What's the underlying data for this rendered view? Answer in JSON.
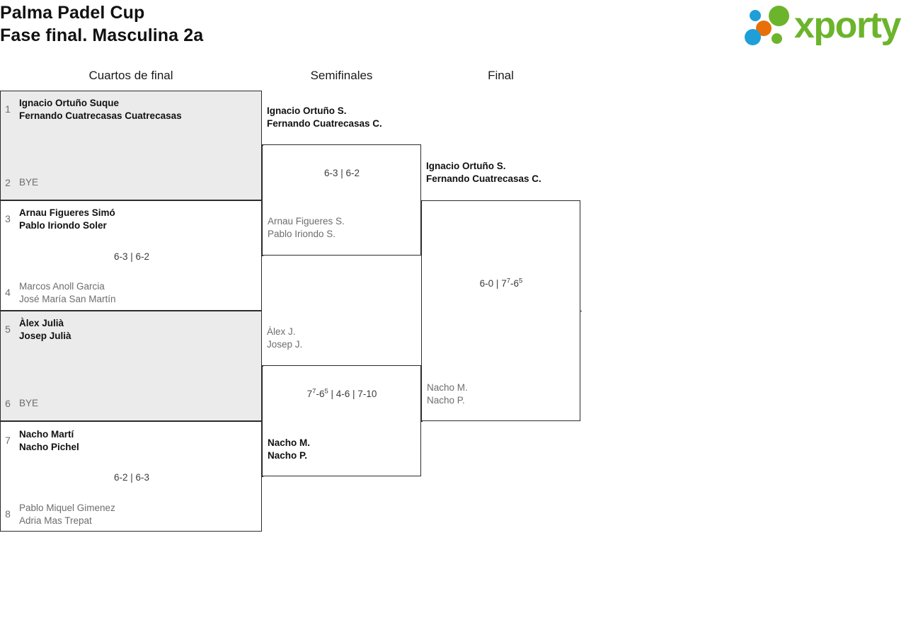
{
  "header": {
    "tournament_name": "Palma Padel Cup",
    "stage": "Fase final. Masculina 2a",
    "logo_text": "xporty",
    "logo_colors": {
      "green": "#6cb42c",
      "blue": "#1f9fd8",
      "orange": "#e8700a"
    }
  },
  "rounds": [
    {
      "label": "Cuartos de final"
    },
    {
      "label": "Semifinales"
    },
    {
      "label": "Final"
    }
  ],
  "bracket": {
    "quarterfinals": [
      {
        "seed_top": "1",
        "top": {
          "p1": "Ignacio Ortuño Suque",
          "p2": "Fernando Cuatrecasas Cuatrecasas"
        },
        "seed_bottom": "2",
        "bottom": {
          "p1": "BYE",
          "p2": ""
        },
        "score": ""
      },
      {
        "seed_top": "3",
        "top": {
          "p1": "Arnau Figueres Simó",
          "p2": "Pablo Iriondo Soler"
        },
        "seed_bottom": "4",
        "bottom": {
          "p1": "Marcos Anoll Garcia",
          "p2": "José María San Martín"
        },
        "score": "6-3 | 6-2"
      },
      {
        "seed_top": "5",
        "top": {
          "p1": "Àlex Julià",
          "p2": "Josep Julià"
        },
        "seed_bottom": "6",
        "bottom": {
          "p1": "BYE",
          "p2": ""
        },
        "score": ""
      },
      {
        "seed_top": "7",
        "top": {
          "p1": "Nacho Martí",
          "p2": "Nacho Pichel"
        },
        "seed_bottom": "8",
        "bottom": {
          "p1": "Pablo Miquel Gimenez",
          "p2": "Adria Mas Trepat"
        },
        "score": "6-2 | 6-3"
      }
    ],
    "semifinals": [
      {
        "top": {
          "p1": "Ignacio Ortuño S.",
          "p2": "Fernando Cuatrecasas C."
        },
        "bottom": {
          "p1": "Arnau Figueres S.",
          "p2": "Pablo Iriondo S."
        },
        "score_html": "6-3 | 6-2"
      },
      {
        "top": {
          "p1": "Àlex J.",
          "p2": "Josep J."
        },
        "bottom": {
          "p1": "Nacho M.",
          "p2": "Nacho P."
        },
        "score_html": "7<sup>7</sup>-6<sup>5</sup> | 4-6 | 7-10"
      }
    ],
    "final": {
      "top": {
        "p1": "Ignacio Ortuño S.",
        "p2": "Fernando Cuatrecasas C."
      },
      "bottom": {
        "p1": "Nacho M.",
        "p2": "Nacho P."
      },
      "score_html": "6-0 | 7<sup>7</sup>-6<sup>5</sup>"
    }
  }
}
